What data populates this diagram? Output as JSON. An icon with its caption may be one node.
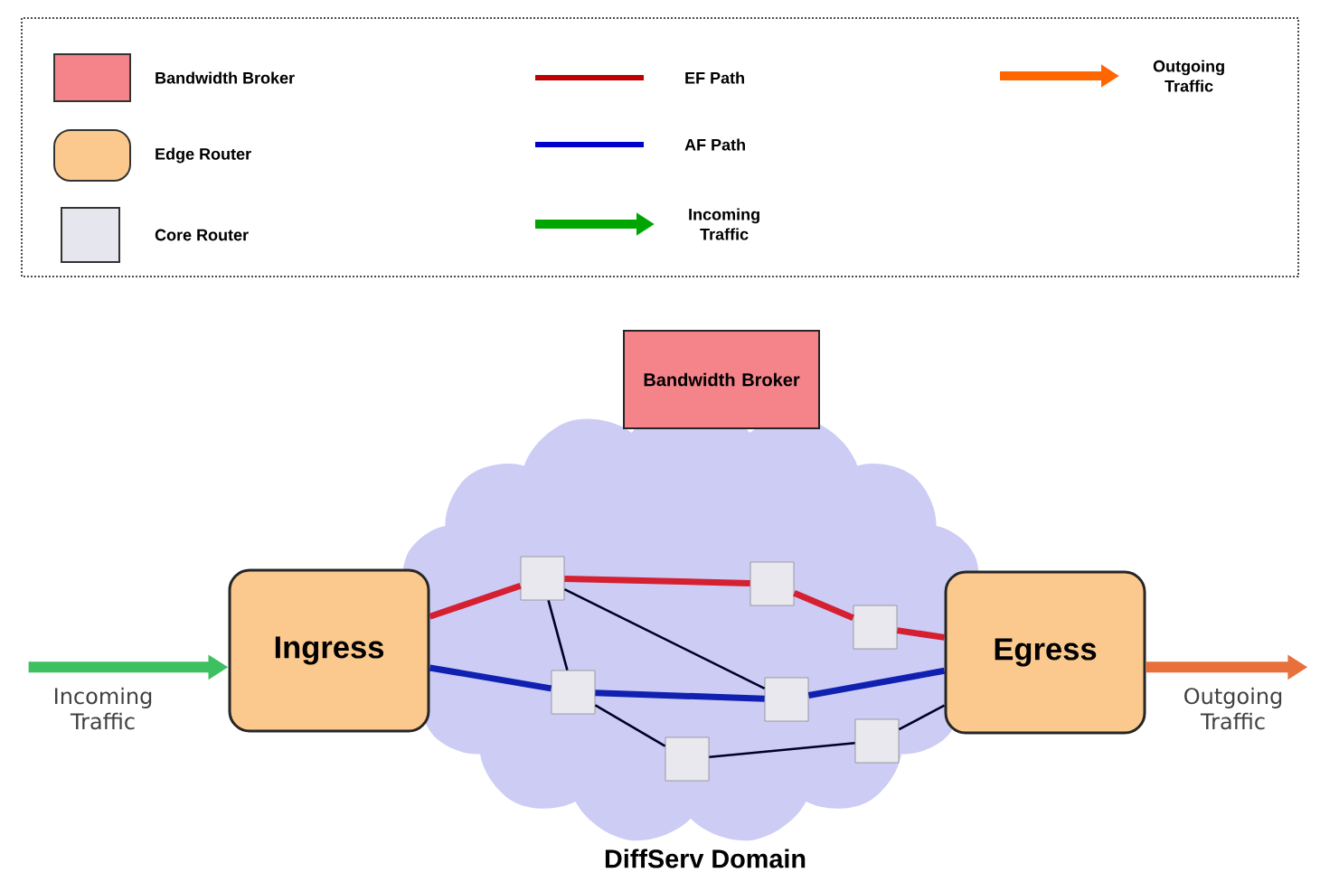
{
  "diagram": {
    "nodes": [
      {
        "text": [
          "DiffServ Domain"
        ]
      },
      {
        "text": [
          "Bandwidth Broker"
        ]
      },
      {
        "text": [
          "Ingress"
        ]
      },
      {
        "text": [
          "Egress"
        ]
      },
      {
        "text": [],
        "shape": "box",
        "in": 0
      },
      {
        "text": [],
        "shape": "box",
        "in": 0
      },
      {
        "text": [],
        "shape": "box",
        "in": 0
      },
      {
        "text": [],
        "shape": "box",
        "in": 0
      },
      {
        "text": [],
        "shape": "box",
        "in": 0
      },
      {
        "text": [],
        "shape": "box",
        "in": 0
      },
      {
        "text": [],
        "shape": "box",
        "in": 0
      },
      {
        "text": [
          "Incoming Traffic"
        ]
      },
      {
        "text": [
          "Outgoing Traffic"
        ]
      }
    ],
    "edges": [
      {
        "from": 2,
        "to": 4,
        "arrow": "none",
        "color": "#d42030"
      },
      {
        "from": 4,
        "to": 7,
        "arrow": "none",
        "color": "#d42030"
      },
      {
        "from": 7,
        "to": 9,
        "arrow": "none",
        "color": "#d42030"
      },
      {
        "from": 9,
        "to": 3,
        "arrow": "none",
        "color": "#d42030"
      },
      {
        "from": 2,
        "to": 5,
        "arrow": "none",
        "color": "#1020b0"
      },
      {
        "from": 5,
        "to": 8,
        "arrow": "none",
        "color": "#1020b0"
      },
      {
        "from": 8,
        "to": 3,
        "arrow": "none",
        "color": "#1020b0"
      },
      {
        "from": 4,
        "to": 5,
        "arrow": "none"
      },
      {
        "from": 4,
        "to": 8,
        "arrow": "none"
      },
      {
        "from": 5,
        "to": 6,
        "arrow": "none"
      },
      {
        "from": 6,
        "to": 10,
        "arrow": "none"
      },
      {
        "from": 10,
        "to": 3,
        "arrow": "none"
      },
      {
        "from": 11,
        "to": 2,
        "arrow": "to",
        "color": "#3cc060"
      },
      {
        "from": 3,
        "to": 12,
        "arrow": "to",
        "color": "#e8703a"
      }
    ],
    "legend": [
      {
        "text": "Bandwidth Broker",
        "color": "#f4838a"
      },
      {
        "text": "Edge Router",
        "color": "#fbc98e"
      },
      {
        "text": "Core Router",
        "color": "#e6e6ee"
      },
      {
        "text": "EF Path"
      },
      {
        "text": "AF Path"
      },
      {
        "text": "Incoming Traffic"
      },
      {
        "text": "Outgoing Traffic"
      }
    ]
  }
}
